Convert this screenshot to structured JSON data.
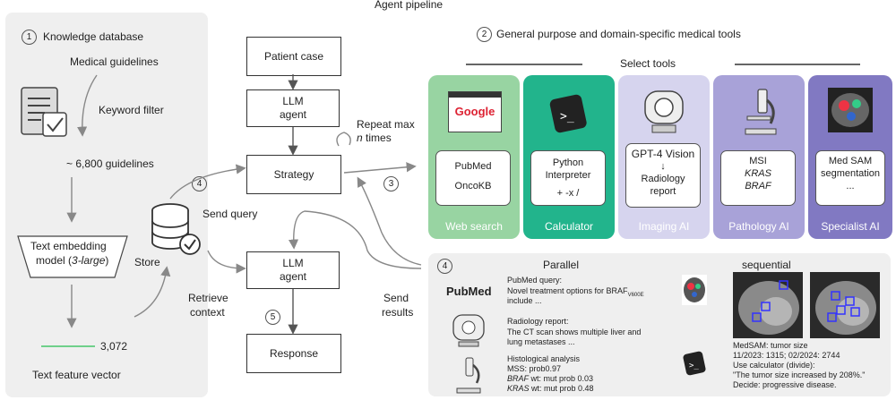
{
  "title": "Agent pipeline",
  "knowledge": {
    "num": "1",
    "heading": "Knowledge database",
    "medical_guidelines": "Medical guidelines",
    "keyword_filter": "Keyword filter",
    "guideline_count": "~ 6,800 guidelines",
    "embed_line1": "Text embedding",
    "embed_line2": "model (",
    "embed_model": "3-large",
    "embed_close": ")",
    "vector_dim": "3,072",
    "vector_label": "Text feature vector",
    "store": "Store"
  },
  "pipeline": {
    "patient_case": "Patient case",
    "llm_agent": "LLM agent",
    "strategy": "Strategy",
    "response": "Response",
    "repeat_line1": "Repeat max",
    "repeat_n": "n",
    "repeat_times": " times",
    "send_query": "Send query",
    "retrieve_context": "Retrieve context",
    "send_results": "Send results",
    "num3": "3",
    "num4": "4",
    "num5": "5"
  },
  "tools": {
    "num": "2",
    "heading": "General purpose and domain-specific medical tools",
    "select": "Select tools",
    "items": [
      {
        "label": "Web search",
        "color": "#98d4a2",
        "inner_lines": [
          "PubMed",
          "OncoKB"
        ],
        "logo": "Google"
      },
      {
        "label": "Calculator",
        "color": "#22b48c",
        "inner_lines": [
          "Python",
          "Interpreter",
          "+ -x /"
        ]
      },
      {
        "label": "Imaging AI",
        "color": "#d6d4ee",
        "inner_top": "GPT-4 Vision",
        "inner_bottom": [
          "Radiology",
          "report"
        ]
      },
      {
        "label": "Pathology AI",
        "color": "#a8a2d8",
        "inner_lines": [
          "MSI",
          "KRAS",
          "BRAF"
        ]
      },
      {
        "label": "Specialist AI",
        "color": "#8179c2",
        "inner_lines": [
          "Med SAM",
          "segmentation",
          "..."
        ]
      }
    ]
  },
  "parallel": {
    "num": "4",
    "heading": "Parallel",
    "sequential": "sequential",
    "pubmed_logo": "PubMed",
    "pubmed_query_title": "PubMed query:",
    "pubmed_query_text": "Novel treatment options for BRAF",
    "pubmed_query_sub": "V600E",
    "pubmed_query_text2": "include ...",
    "radiology_title": "Radiology report:",
    "radiology_text1": "The CT scan shows multiple liver and",
    "radiology_text2": "lung metastases ...",
    "histo_title": "Histological analysis",
    "histo_l1": "MSS: prob0.97",
    "histo_l2a": "BRAF",
    "histo_l2b": " wt: mut prob 0.03",
    "histo_l3a": "KRAS",
    "histo_l3b": " wt: mut prob 0.48",
    "medsam_l1": "MedSAM: tumor size",
    "medsam_l2": "11/2023: 1315; 02/2024: 2744",
    "medsam_l3": "Use calculator (divide):",
    "medsam_l4": "\"The tumor size increased by 208%.\"",
    "medsam_l5": "Decide: progressive disease."
  }
}
